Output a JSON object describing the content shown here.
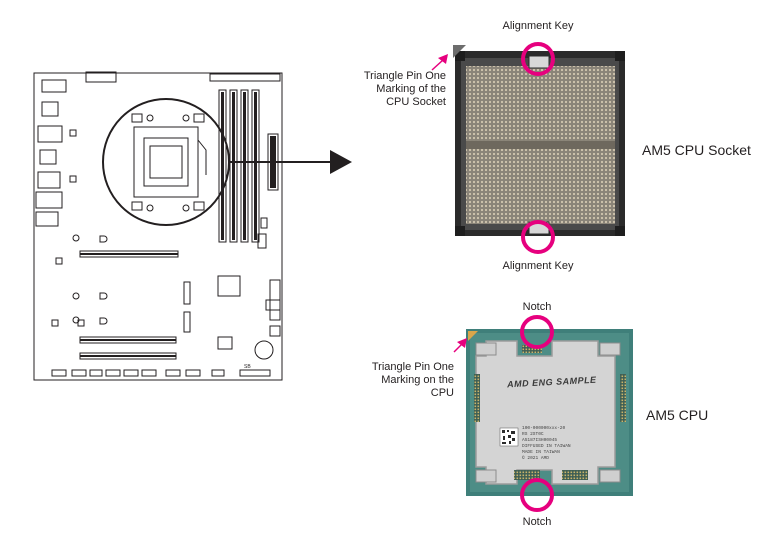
{
  "labels": {
    "socket_key_top": "Alignment Key",
    "socket_key_bottom": "Alignment Key",
    "socket_triangle": "Triangle Pin One\nMarking of the\nCPU Socket",
    "socket_name": "AM5 CPU Socket",
    "cpu_notch_top": "Notch",
    "cpu_notch_bottom": "Notch",
    "cpu_triangle": "Triangle Pin One\nMarking on the\nCPU",
    "cpu_name": "AM5 CPU"
  },
  "cpu_print": {
    "brand": "AMD ENG SAMPLE",
    "lines": [
      "100-000000xxx-20",
      "RS 2ST0C",
      "A5187ISH00045",
      "DIFFUSED IN TAIWAN",
      "MADE IN TAIWAN",
      "© 2021 AMD"
    ]
  },
  "board_print": {
    "b1": "SB"
  },
  "colors": {
    "highlight": "#e6007e",
    "outline": "#231f20",
    "cpu_substrate": "#3f7f7a",
    "cpu_lid": "#d4d4d4",
    "socket_bg": "#7d786f"
  }
}
